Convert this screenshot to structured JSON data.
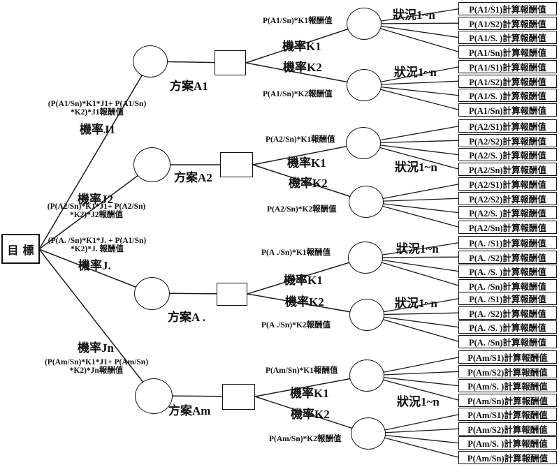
{
  "root": {
    "label": "目標"
  },
  "shared": {
    "k1_label": "機率K1",
    "k2_label": "機率K2",
    "state_label": "狀況1~n"
  },
  "rows": [
    {
      "plan": "方案A1",
      "prob": "機率J1",
      "formula": [
        "(P(A1/Sn)*K1*J1+ P(A1/Sn)",
        "*K2)*J1報酬值"
      ],
      "k1_reward": "P(A1/Sn)*K1報酬值",
      "k2_reward": "P(A1/Sn)*K2報酬值",
      "k1_endpoints": [
        "P(A1/S1)計算報酬值",
        "P(A1/S2)計算報酬值",
        "P(A1/S. )計算報酬值",
        "P(A1/Sn)計算報酬值"
      ],
      "k2_endpoints": [
        "P(A1/S1)計算報酬值",
        "P(A1/S2)計算報酬值",
        "P(A1/S. )計算報酬值",
        "P(A1/Sn)計算報酬值"
      ]
    },
    {
      "plan": "方案A2",
      "prob": "機率J2",
      "formula": [
        "(P(A2/Sn)*K1*J1+ P(A2/Sn)",
        "*K2)*J2報酬值"
      ],
      "k1_reward": "P(A2/Sn)*K1報酬值",
      "k2_reward": "P(A2/Sn)*K2報酬值",
      "k1_endpoints": [
        "P(A2/S1)計算報酬值",
        "P(A2/S2)計算報酬值",
        "P(A2/S. )計算報酬值",
        "P(A2/Sn)計算報酬值"
      ],
      "k2_endpoints": [
        "P(A2/S1)計算報酬值",
        "P(A2/S2)計算報酬值",
        "P(A2/S. )計算報酬值",
        "P(A2/Sn)計算報酬值"
      ]
    },
    {
      "plan": "方案A .",
      "prob": "機率J.",
      "formula": [
        "(P(A. /Sn)*K1*J. + P(A1/Sn)",
        "*K2)*J. 報酬值"
      ],
      "k1_reward": "P(A ./Sn)*K1報酬值",
      "k2_reward": "P(A ./Sn)*K2報酬值",
      "k1_endpoints": [
        "P(A. /S1)計算報酬值",
        "P(A. /S2)計算報酬值",
        "P(A. /S. )計算報酬值",
        "P(A. /Sn)計算報酬值"
      ],
      "k2_endpoints": [
        "P(A. /S1)計算報酬值",
        "P(A. /S2)計算報酬值",
        "P(A. /S. )計算報酬值",
        "P(A. /Sn)計算報酬值"
      ]
    },
    {
      "plan": "方案Am",
      "prob": "機率Jn",
      "formula": [
        "(P(Am/Sn)*K1*J1+ P(Am/Sn)",
        "*K2)*Jn報酬值"
      ],
      "k1_reward": "P(Am/Sn)*K1報酬值",
      "k2_reward": "P(Am/Sn)*K2報酬值",
      "k1_endpoints": [
        "P(Am/S1)計算報酬值",
        "P(Am/S2)計算報酬值",
        "P(Am/S. )計算報酬值",
        "P(Am/Sn)計算報酬值"
      ],
      "k2_endpoints": [
        "P(Am/S1)計算報酬值",
        "P(Am/S2)計算報酬值",
        "P(Am/S. )計算報酬值",
        "P(Am/Sn)計算報酬值"
      ]
    }
  ]
}
